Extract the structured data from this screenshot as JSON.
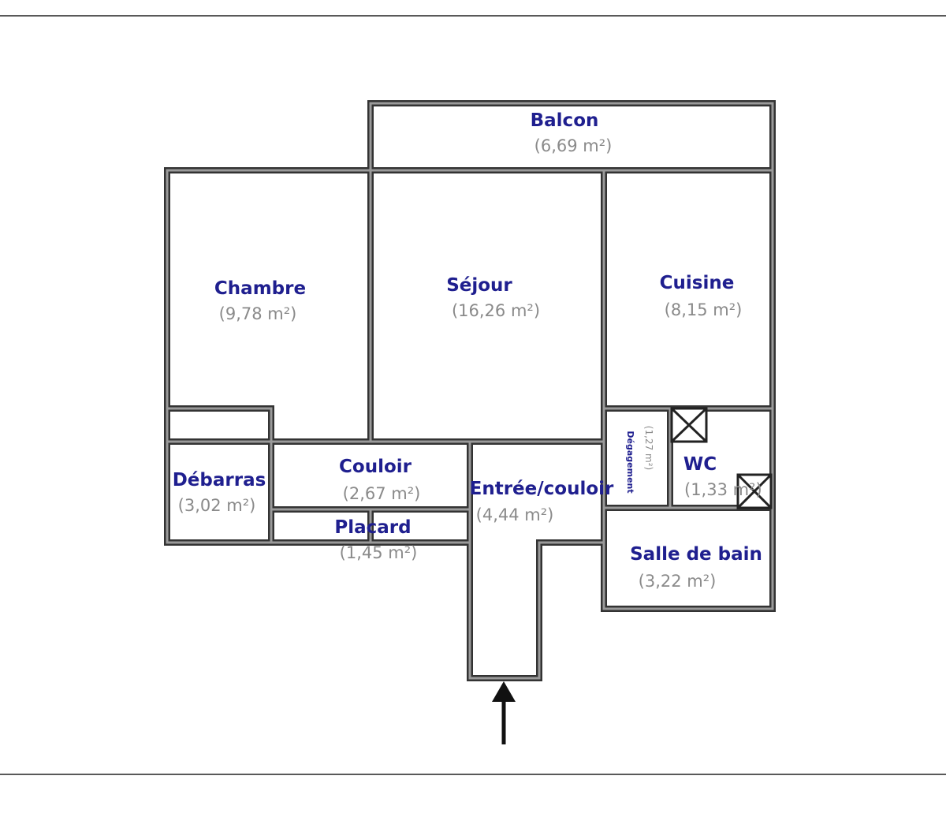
{
  "rooms": {
    "balcon": {
      "name": "Balcon",
      "area": "(6,69 m²)"
    },
    "chambre": {
      "name": "Chambre",
      "area": "(9,78 m²)"
    },
    "sejour": {
      "name": "Séjour",
      "area": "(16,26 m²)"
    },
    "cuisine": {
      "name": "Cuisine",
      "area": "(8,15 m²)"
    },
    "debarras": {
      "name": "Débarras",
      "area": "(3,02 m²)"
    },
    "couloir": {
      "name": "Couloir",
      "area": "(2,67 m²)"
    },
    "placard": {
      "name": "Placard",
      "area": "(1,45 m²)"
    },
    "entree": {
      "name": "Entrée/couloir",
      "area": "(4,44 m²)"
    },
    "degagement": {
      "name": "Dégagement",
      "area": "(1,27 m²)"
    },
    "wc": {
      "name": "WC",
      "area": "(1,33 m²)"
    },
    "salle_de_bain": {
      "name": "Salle de bain",
      "area": "(3,22 m²)"
    }
  },
  "colors": {
    "room_name": "#1f1f8f",
    "room_area": "#8a8a8a",
    "wall": "#333333",
    "wall_core": "#9a9a9a"
  },
  "icons": {
    "ventilation_shaft": "square-with-x",
    "entrance": "arrow-up"
  }
}
